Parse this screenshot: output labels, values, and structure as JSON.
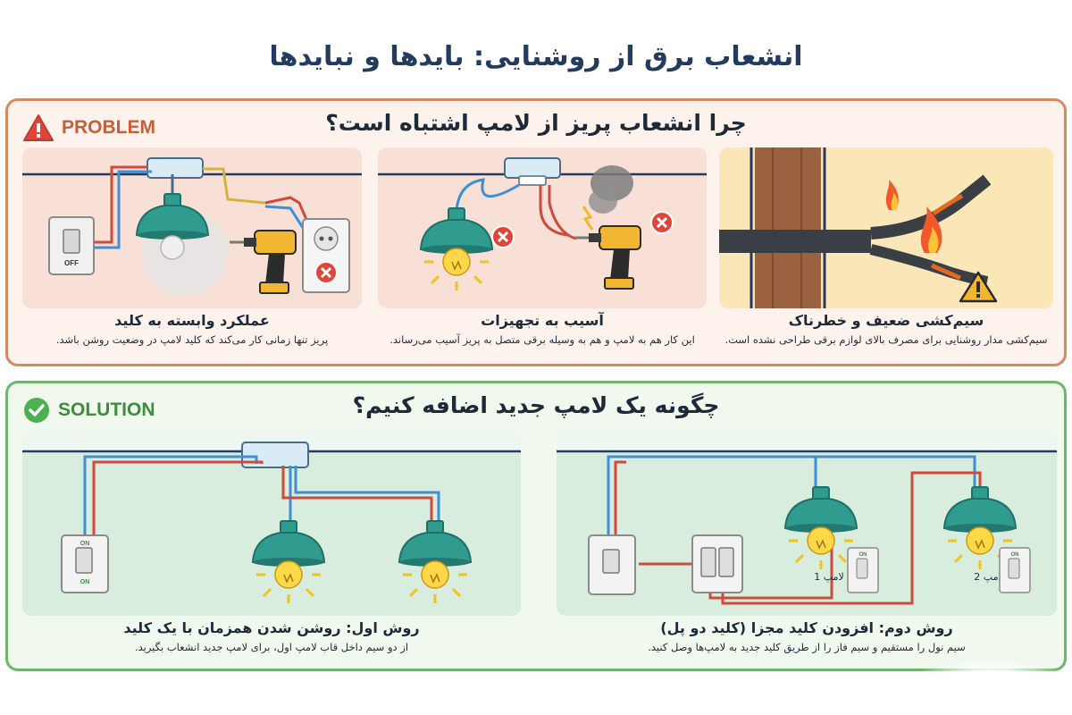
{
  "title": "انشعاب برق از روشنایی: بایدها و نبایدها",
  "problem": {
    "badge": "PROBLEM",
    "heading": "چرا انشعاب پریز از لامپ اشتباه است؟",
    "cards": [
      {
        "title": "سیم‌کشی ضعیف و خطرناک",
        "desc": "سیم‌کشی مدار روشنایی برای مصرف بالای لوازم برقی طراحی نشده است."
      },
      {
        "title": "آسیب به تجهیزات",
        "desc": "این کار هم به لامپ و هم به وسیله برقی متصل به پریز آسیب می‌رساند."
      },
      {
        "title": "عملکرد وابسته به کلید",
        "desc": "پریز تنها زمانی کار می‌کند که کلید لامپ در وضعیت روشن باشد."
      }
    ],
    "switch_label": "OFF"
  },
  "solution": {
    "badge": "SOLUTION",
    "heading": "چگونه یک لامپ جدید اضافه کنیم؟",
    "methods": [
      {
        "title": "روش دوم: افزودن کلید مجزا (کلید دو پل)",
        "desc": "سیم نول را مستقیم و سیم فاز را از طریق کلید جدید به لامپ‌ها وصل کنید."
      },
      {
        "title": "روش اول: روشن شدن همزمان با یک کلید",
        "desc": "از دو سیم داخل قاب لامپ اول، برای لامپ جدید انشعاب بگیرید."
      }
    ],
    "on_label": "ON",
    "lamp1_label": "لامپ 1",
    "lamp2_label": "لامپ 2"
  },
  "colors": {
    "phase": "#cf4a3c",
    "neutral": "#3f8fd6",
    "lamp_shade": "#2f9c8f",
    "problem_border": "#d48a63",
    "solution_border": "#6fb56d",
    "danger": "#e0453a"
  }
}
